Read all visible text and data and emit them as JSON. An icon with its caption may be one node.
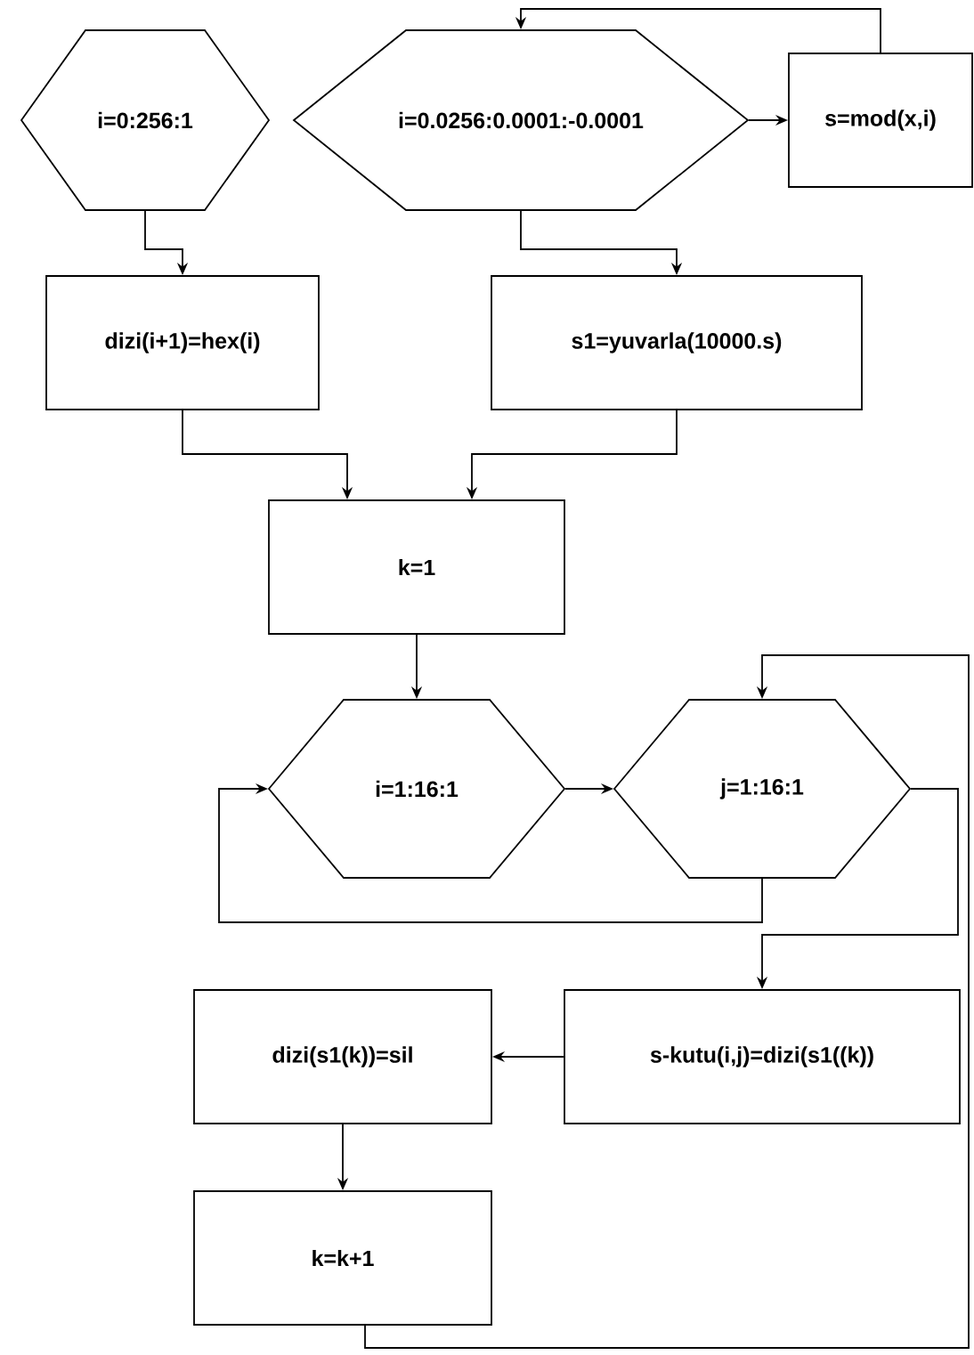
{
  "diagram": {
    "nodes": [
      {
        "text": [
          "i=0:256:1"
        ]
      },
      {
        "text": [
          "i=0.0256:0.0001:-0.0001"
        ]
      },
      {
        "text": [
          "s=mod(x,i)"
        ]
      },
      {
        "text": [
          "dizi(i+1)=hex(i)"
        ]
      },
      {
        "text": [
          "s1=yuvarla(10000.s)"
        ]
      },
      {
        "text": [
          "k=1"
        ]
      },
      {
        "text": [
          "i=1:16:1"
        ]
      },
      {
        "text": [
          "j=1:16:1"
        ]
      },
      {
        "text": [
          "s-kutu(i,j)=dizi(s1((k))"
        ]
      },
      {
        "text": [
          "dizi(s1(k))=sil"
        ]
      },
      {
        "text": [
          "k=k+1"
        ]
      }
    ],
    "edges": [
      {
        "from": 0,
        "to": 3,
        "arrow": "to"
      },
      {
        "from": 1,
        "to": 2,
        "arrow": "to"
      },
      {
        "from": 2,
        "to": 1,
        "arrow": "to"
      },
      {
        "from": 1,
        "to": 4,
        "arrow": "to"
      },
      {
        "from": 3,
        "to": 5,
        "arrow": "to"
      },
      {
        "from": 4,
        "to": 5,
        "arrow": "to"
      },
      {
        "from": 5,
        "to": 6,
        "arrow": "to"
      },
      {
        "from": 6,
        "to": 7,
        "arrow": "to"
      },
      {
        "from": 7,
        "to": 6,
        "arrow": "to"
      },
      {
        "from": 7,
        "to": 8,
        "arrow": "to"
      },
      {
        "from": 8,
        "to": 9,
        "arrow": "to"
      },
      {
        "from": 9,
        "to": 10,
        "arrow": "to"
      },
      {
        "from": 10,
        "to": 7,
        "arrow": "to"
      }
    ]
  }
}
